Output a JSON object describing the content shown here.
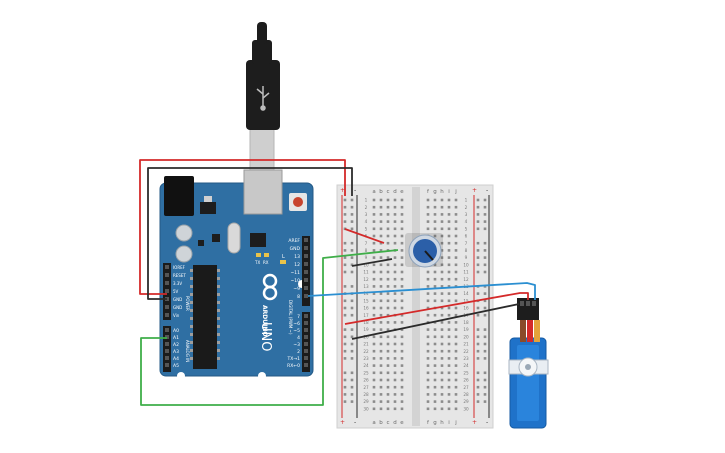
{
  "arduino": {
    "brand": "ARDUINO",
    "model": "UNO",
    "logo_icon": "infinity-logo-icon",
    "board_color": "#2f6fa3",
    "reset_label": "RESET",
    "power_header_title": "POWER",
    "power_pins": [
      "IOREF",
      "RESET",
      "3.3V",
      "5V",
      "GND",
      "GND",
      "Vin"
    ],
    "analog_header_title": "ANALOG IN",
    "analog_pins": [
      "A0",
      "A1",
      "A2",
      "A3",
      "A4",
      "A5"
    ],
    "digital_header_title": "DIGITAL (PWM ~)",
    "digital_pins_upper": [
      "AREF",
      "GND",
      "13",
      "12",
      "~11",
      "~10",
      "~9",
      "8"
    ],
    "digital_pins_lower": [
      "7",
      "~6",
      "~5",
      "4",
      "~3",
      "2",
      "TX→1",
      "RX←0"
    ],
    "led_labels": [
      "TX",
      "RX"
    ],
    "l_label": "L"
  },
  "breadboard": {
    "column_letters_left": [
      "a",
      "b",
      "c",
      "d",
      "e"
    ],
    "column_letters_right": [
      "f",
      "g",
      "h",
      "i",
      "j"
    ],
    "rail_plus": "+",
    "rail_minus": "-",
    "row_numbers": [
      "1",
      "2",
      "3",
      "4",
      "5",
      "6",
      "7",
      "8",
      "9",
      "10",
      "11",
      "12",
      "13",
      "14",
      "15",
      "16",
      "17",
      "18",
      "19",
      "20",
      "21",
      "22",
      "23",
      "24",
      "25",
      "26",
      "27",
      "28",
      "29",
      "30"
    ]
  },
  "components": {
    "usb_cable_icon": "usb-cable-icon",
    "usb_symbol_icon": "usb-symbol-icon",
    "potentiometer_icon": "potentiometer-icon",
    "servo_icon": "servo-motor-icon"
  },
  "colors": {
    "wire_red": "#d42a2a",
    "wire_black": "#2b2b2b",
    "wire_green": "#3fae49",
    "wire_blue": "#2b8fd1",
    "servo_blue": "#1f72c9",
    "pot_blue": "#2b5fa8"
  }
}
